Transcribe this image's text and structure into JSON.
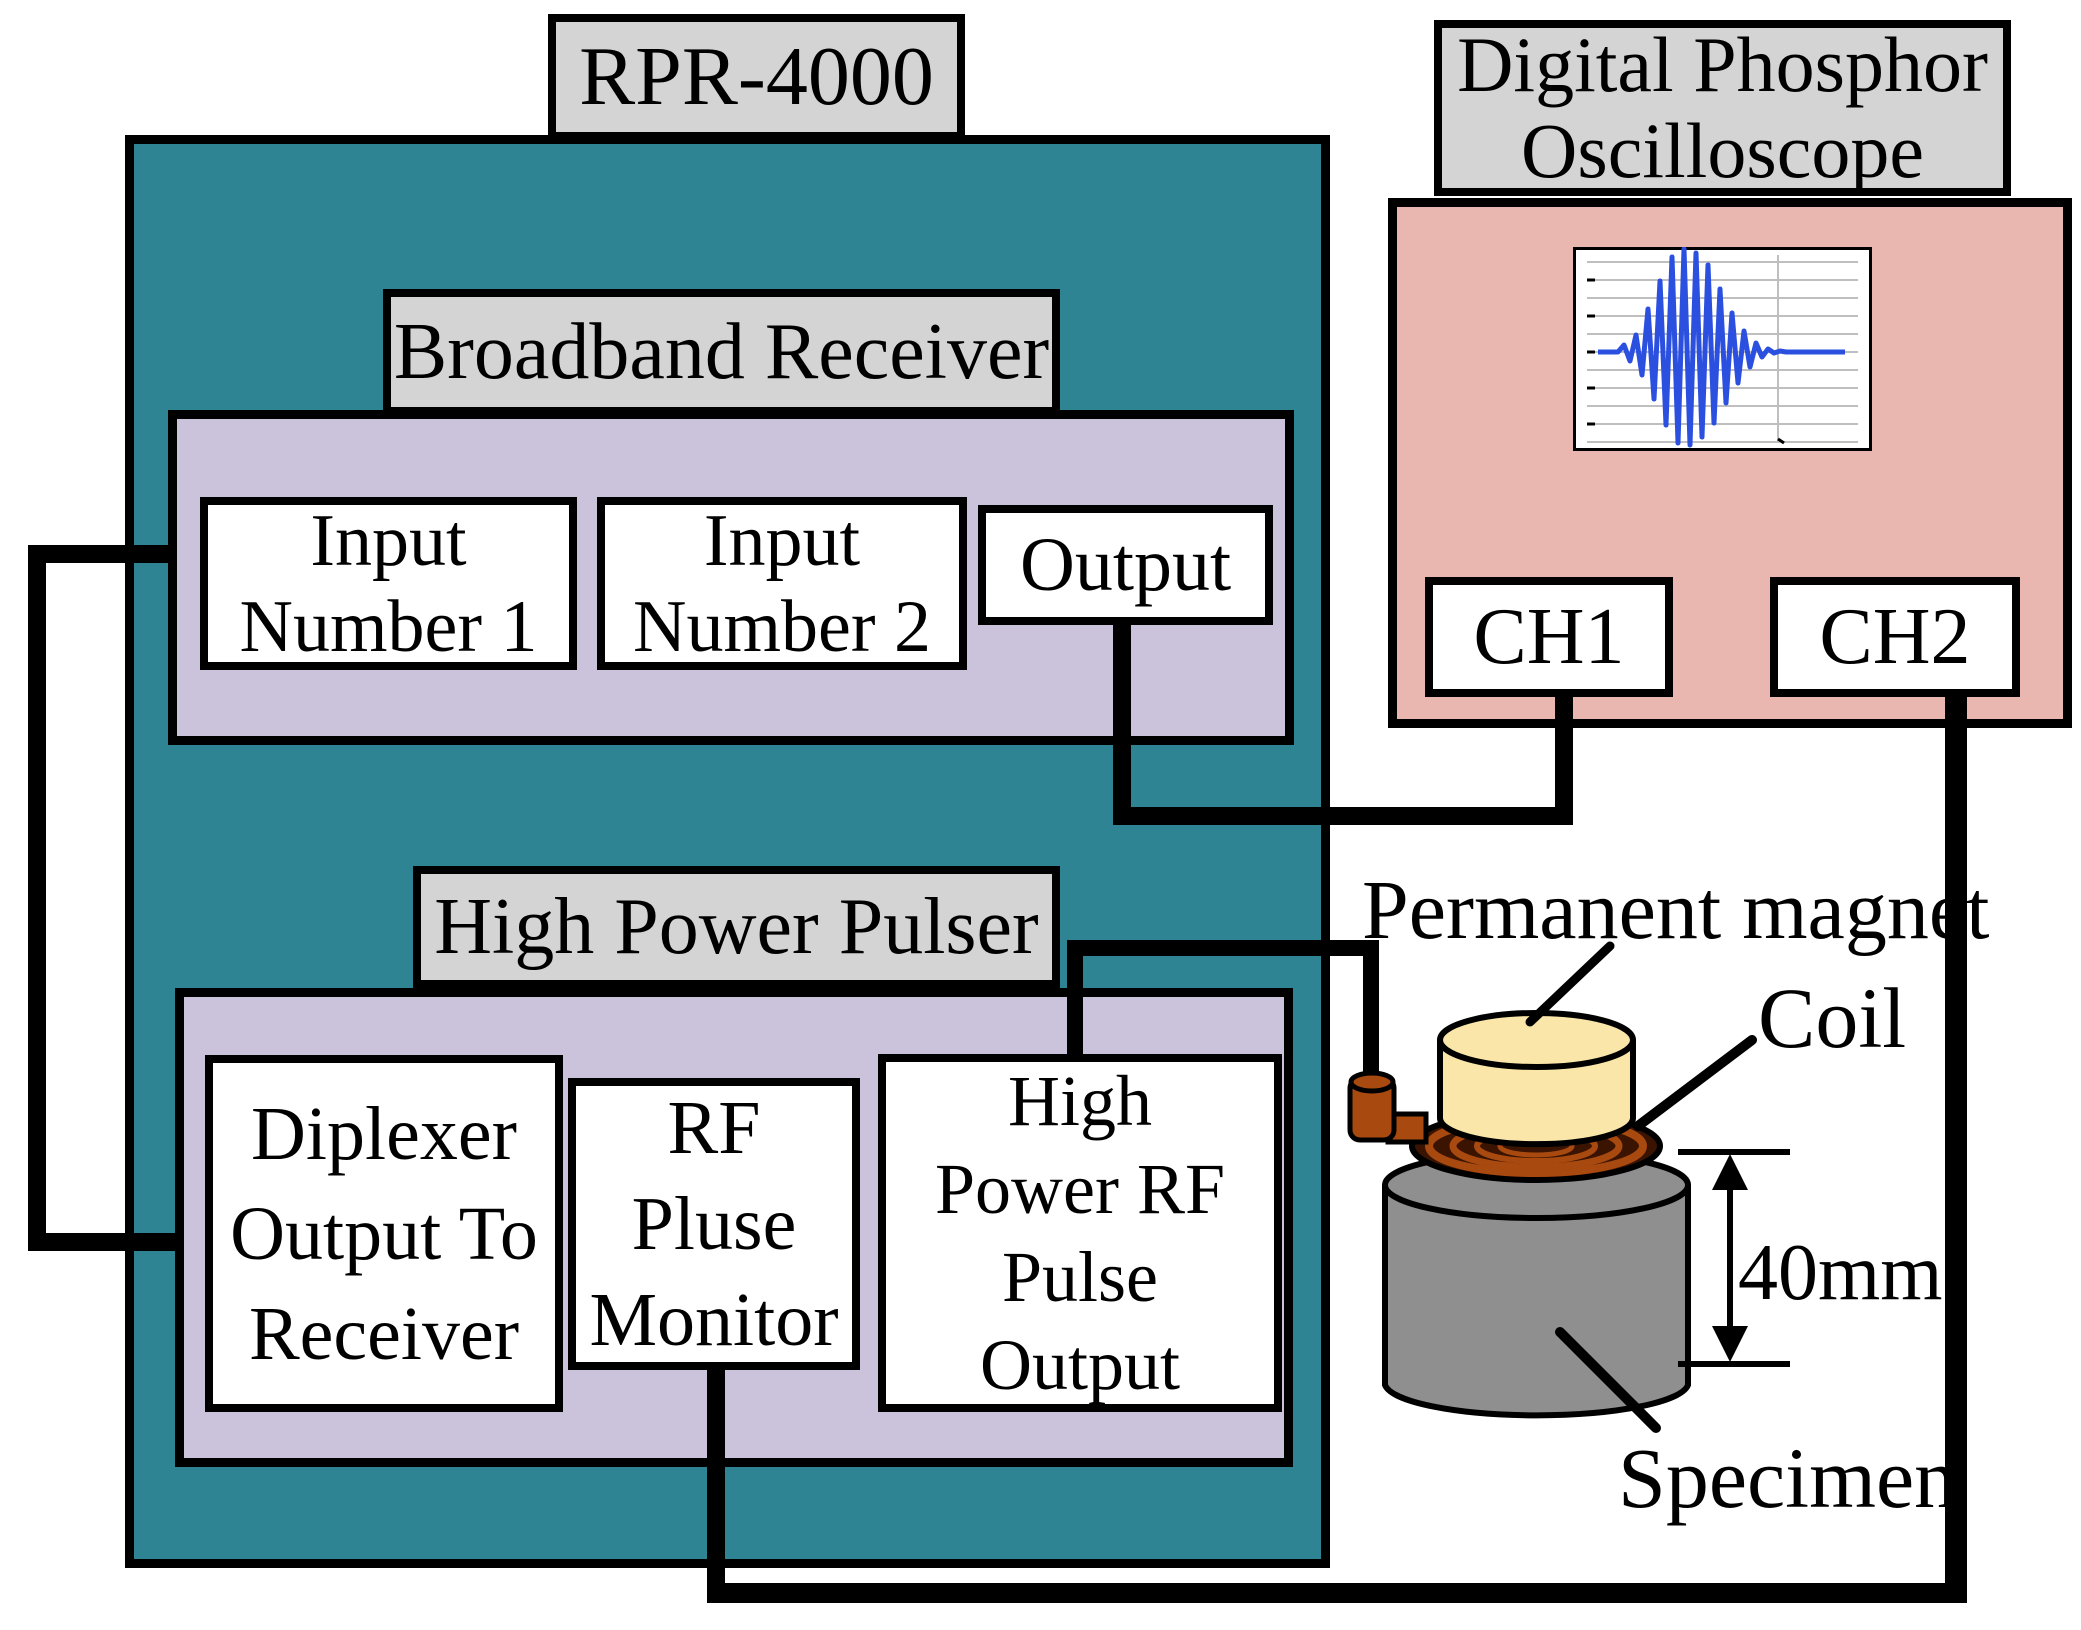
{
  "system": {
    "label": "RPR-4000"
  },
  "receiver": {
    "label": "Broadband Receiver",
    "input1": {
      "lines": [
        "Input",
        "Number 1"
      ]
    },
    "input2": {
      "lines": [
        "Input",
        "Number 2"
      ]
    },
    "output": {
      "label": "Output"
    }
  },
  "pulser": {
    "label": "High Power Pulser",
    "diplexer": {
      "lines": [
        "Diplexer",
        "Output To",
        "Receiver"
      ]
    },
    "monitor": {
      "lines": [
        "RF",
        "Pluse",
        "Monitor"
      ]
    },
    "rf_output": {
      "lines": [
        "High",
        "Power RF",
        "Pulse",
        "Output"
      ]
    }
  },
  "oscilloscope": {
    "label_lines": [
      "Digital Phosphor",
      "Oscilloscope"
    ],
    "ch1": "CH1",
    "ch2": "CH2"
  },
  "annotations": {
    "permanent_magnet": "Permanent magnet",
    "coil": "Coil",
    "dimension": "40mm",
    "specimen": "Specimen"
  },
  "colors": {
    "teal": "#2F8494",
    "lavender": "#CBC2DC",
    "pink": "#E9B6B0",
    "label_gray": "#D4D4D4",
    "box_white": "#FFFFFF",
    "line_black": "#000000",
    "magnet_yellow": "#FAE6A8",
    "specimen_gray": "#8F8F8F",
    "coil_copper": "#A8490F",
    "coil_dark": "#3A1400",
    "waveform_blue": "#2B50E0",
    "grid_gray": "#BFBFBF"
  }
}
